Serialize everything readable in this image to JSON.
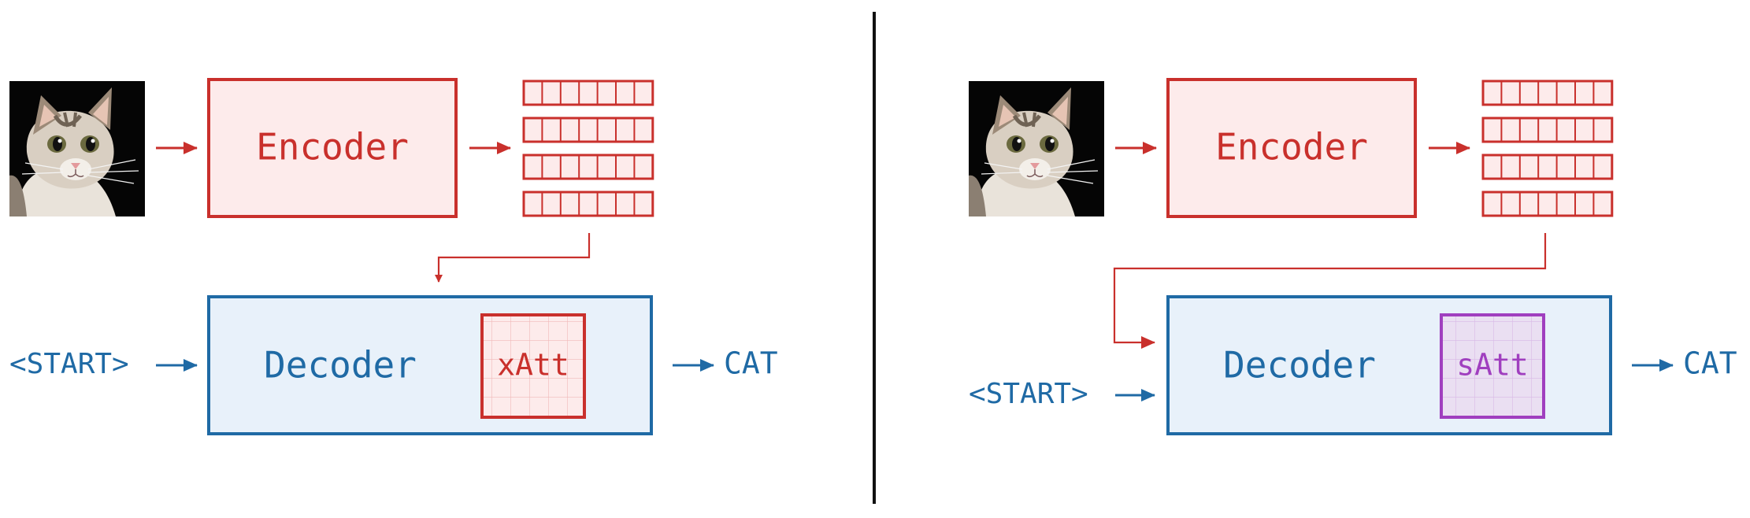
{
  "colors": {
    "red": "#c9302c",
    "red_fill": "#fdebeb",
    "blue": "#1f6aa5",
    "blue_fill": "#e8f1fa",
    "purple": "#a03fbf",
    "purple_fill": "#eadff2",
    "divider": "#111111"
  },
  "left_panel": {
    "encoder_label": "Encoder",
    "decoder_label": "Decoder",
    "attention_label": "xAtt",
    "start_token": "<START>",
    "output_token": "CAT",
    "image_icon": "cat-photo-icon"
  },
  "right_panel": {
    "encoder_label": "Encoder",
    "decoder_label": "Decoder",
    "attention_label": "sAtt",
    "start_token": "<START>",
    "output_token": "CAT",
    "image_icon": "cat-photo-icon"
  }
}
